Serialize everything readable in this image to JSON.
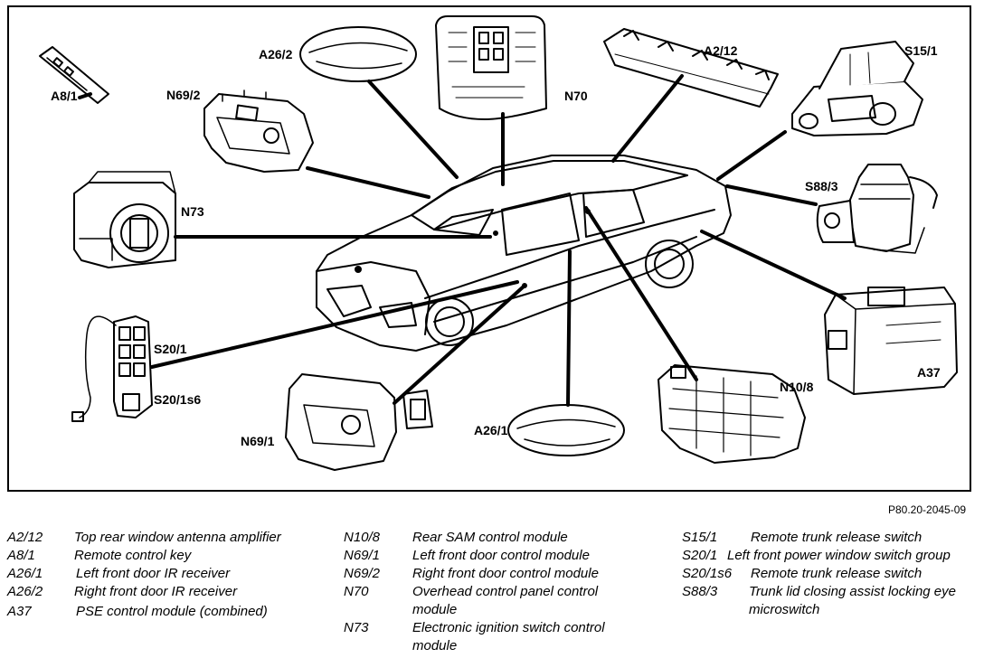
{
  "diagram": {
    "reference": "P80.20-2045-09",
    "callouts": [
      {
        "id": "A8/1",
        "text": "A8/1"
      },
      {
        "id": "A26/2",
        "text": "A26/2"
      },
      {
        "id": "N69/2",
        "text": "N69/2"
      },
      {
        "id": "N70",
        "text": "N70"
      },
      {
        "id": "A2/12",
        "text": "A2/12"
      },
      {
        "id": "S15/1",
        "text": "S15/1"
      },
      {
        "id": "S88/3",
        "text": "S88/3"
      },
      {
        "id": "N73",
        "text": "N73"
      },
      {
        "id": "S20/1",
        "text": "S20/1"
      },
      {
        "id": "S20/1s6",
        "text": "S20/1s6"
      },
      {
        "id": "A37",
        "text": "A37"
      },
      {
        "id": "N10/8",
        "text": "N10/8"
      },
      {
        "id": "N69/1",
        "text": "N69/1"
      },
      {
        "id": "A26/1",
        "text": "A26/1"
      }
    ]
  },
  "legend": {
    "col1": [
      {
        "code": "A2/12",
        "desc": "Top rear window antenna amplifier"
      },
      {
        "code": "A8/1",
        "desc": "Remote control key"
      },
      {
        "code": "A26/1",
        "desc": "Left front door IR receiver"
      },
      {
        "code": "A26/2",
        "desc": "Right front door IR receiver"
      },
      {
        "code": "A37",
        "desc": "PSE control module (combined)"
      }
    ],
    "col2": [
      {
        "code": "N10/8",
        "desc": "Rear SAM control module"
      },
      {
        "code": "N69/1",
        "desc": "Left front door control module"
      },
      {
        "code": "N69/2",
        "desc": "Right front door control module"
      },
      {
        "code": "N70",
        "desc": "Overhead control panel control module"
      },
      {
        "code": "N73",
        "desc": "Electronic ignition switch control module"
      }
    ],
    "col3": [
      {
        "code": "S15/1",
        "desc": "Remote trunk release switch"
      },
      {
        "code": "S20/1",
        "desc": "Left front power window switch group"
      },
      {
        "code": "S20/1s6",
        "desc": "Remote trunk release switch"
      },
      {
        "code": "S88/3",
        "desc": "Trunk lid closing assist locking eye microswitch"
      }
    ]
  }
}
